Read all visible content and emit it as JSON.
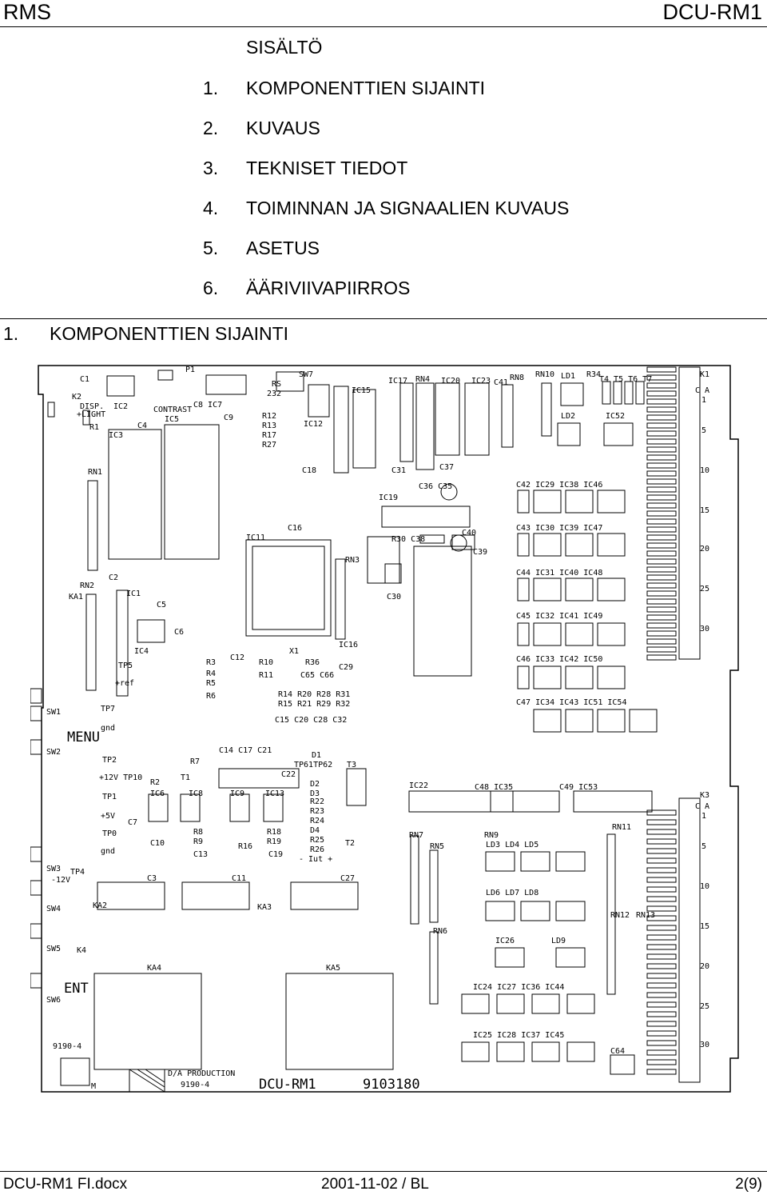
{
  "header": {
    "left": "RMS",
    "right": "DCU-RM1"
  },
  "toc": {
    "title": "SISÄLTÖ",
    "items": [
      {
        "num": "1.",
        "label": "KOMPONENTTIEN SIJAINTI"
      },
      {
        "num": "2.",
        "label": "KUVAUS"
      },
      {
        "num": "3.",
        "label": "TEKNISET TIEDOT"
      },
      {
        "num": "4.",
        "label": "TOIMINNAN JA SIGNAALIEN KUVAUS"
      },
      {
        "num": "5.",
        "label": "ASETUS"
      },
      {
        "num": "6.",
        "label": "ÄÄRIVIIVAPIIRROS"
      }
    ]
  },
  "section": {
    "num": "1.",
    "title": "KOMPONENTTIEN SIJAINTI"
  },
  "board": {
    "board_number": "DCU-RM1",
    "serial": "9103180",
    "production": "D/A PRODUCTION",
    "production_code": "9190-4",
    "side_code": "9190-4",
    "switch_labels": [
      "MENU",
      "ENT"
    ],
    "test_points": [
      "TP5 +ref",
      "TP7 gnd",
      "TP2 +12V",
      "TP1 +5V",
      "TP0 gnd",
      "TP4 -12V"
    ]
  },
  "footer": {
    "left": "DCU-RM1 FI.docx",
    "center": "2001-11-02 / BL",
    "right": "2(9)"
  }
}
